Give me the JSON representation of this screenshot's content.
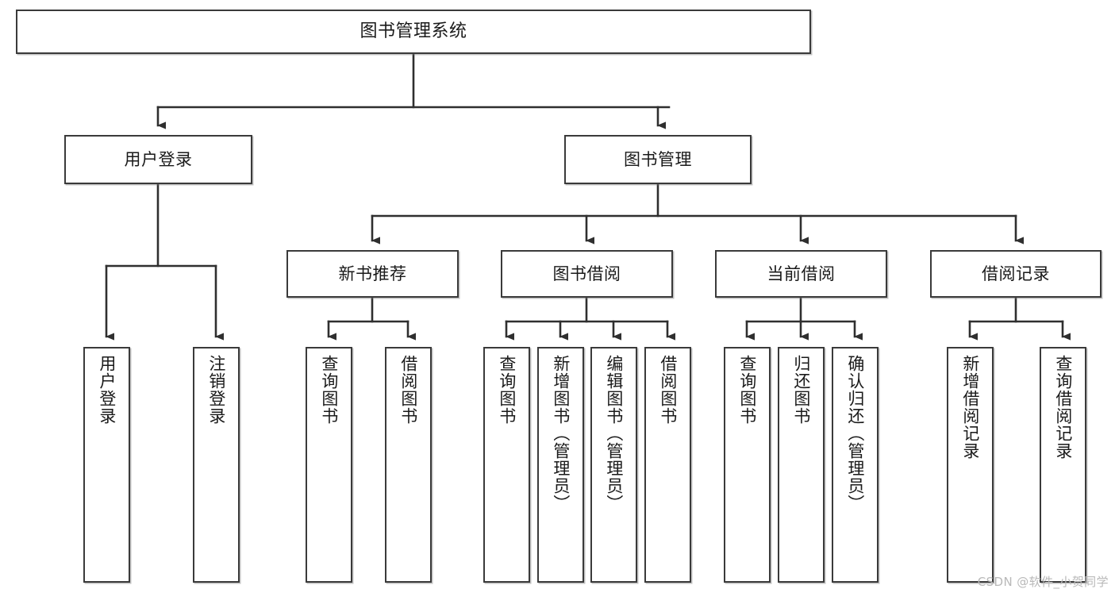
{
  "diagram": {
    "type": "tree-hierarchy",
    "title": "图书管理系统",
    "watermark": "CSDN @软件_小贺同学",
    "colors": {
      "stroke": "#3a3a3a",
      "fill": "#ffffff",
      "text": "#1a1a1a",
      "watermark": "#b9b9b9"
    },
    "nodes": {
      "root": {
        "label": "图书管理系统"
      },
      "tier2": [
        {
          "id": "user-login",
          "label": "用户登录"
        },
        {
          "id": "book-manage",
          "label": "图书管理"
        }
      ],
      "tier3": [
        {
          "id": "new-book-recommend",
          "label": "新书推荐"
        },
        {
          "id": "book-borrow",
          "label": "图书借阅"
        },
        {
          "id": "current-borrow",
          "label": "当前借阅"
        },
        {
          "id": "borrow-record",
          "label": "借阅记录"
        }
      ],
      "leaves": {
        "user-login": [
          {
            "id": "leaf-user-login",
            "label": "用户登录"
          },
          {
            "id": "leaf-logout",
            "label": "注销登录"
          }
        ],
        "new-book-recommend": [
          {
            "id": "leaf-query-book-1",
            "label": "查询图书"
          },
          {
            "id": "leaf-borrow-book-1",
            "label": "借阅图书"
          }
        ],
        "book-borrow": [
          {
            "id": "leaf-query-book-2",
            "label": "查询图书"
          },
          {
            "id": "leaf-add-book",
            "label": "新增图书（管理员）"
          },
          {
            "id": "leaf-edit-book",
            "label": "编辑图书（管理员）"
          },
          {
            "id": "leaf-borrow-book-2",
            "label": "借阅图书"
          }
        ],
        "current-borrow": [
          {
            "id": "leaf-query-book-3",
            "label": "查询图书"
          },
          {
            "id": "leaf-return-book",
            "label": "归还图书"
          },
          {
            "id": "leaf-confirm-return",
            "label": "确认归还（管理员）"
          }
        ],
        "borrow-record": [
          {
            "id": "leaf-add-record",
            "label": "新增借阅记录"
          },
          {
            "id": "leaf-query-record",
            "label": "查询借阅记录"
          }
        ]
      }
    }
  }
}
